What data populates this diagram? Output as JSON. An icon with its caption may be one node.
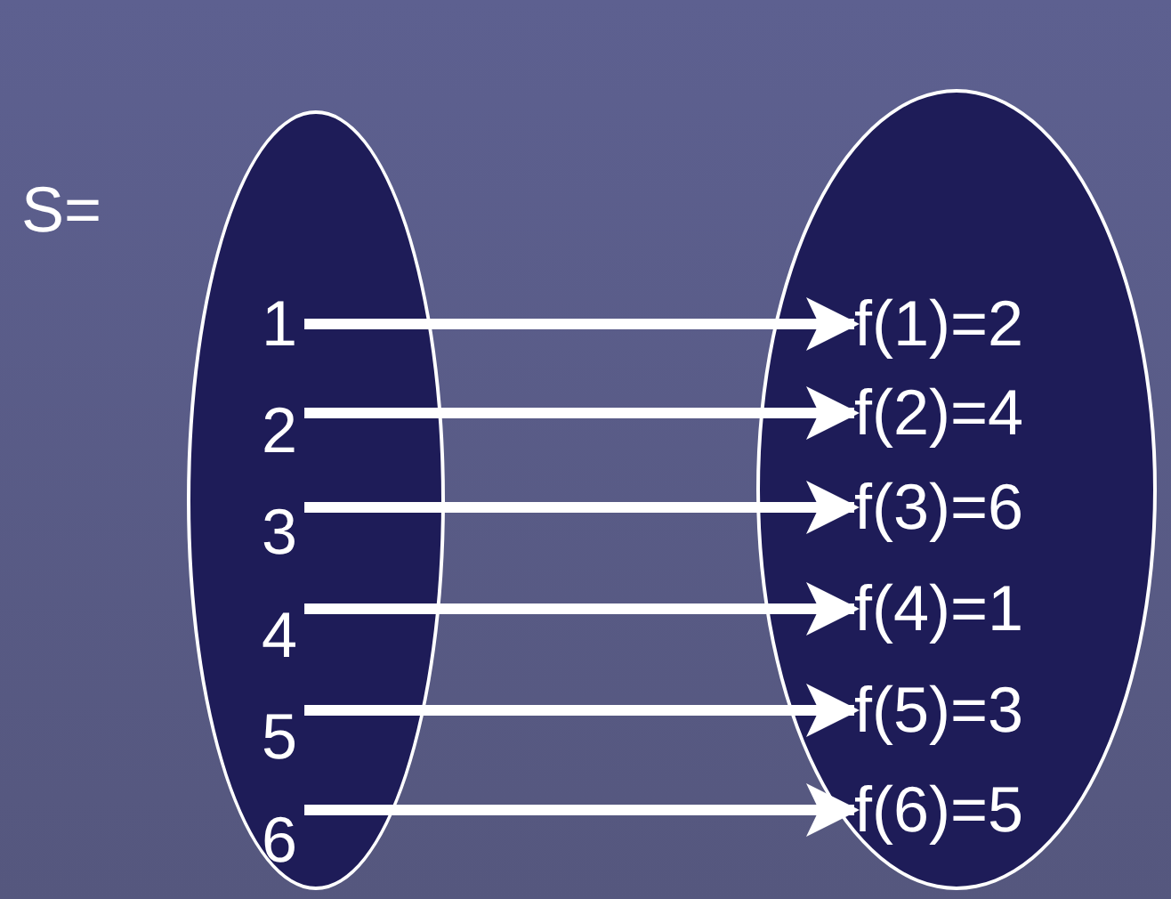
{
  "diagram": {
    "nodes": [
      {
        "text": [],
        "shape": "ellipse"
      },
      {
        "text": [
          "1"
        ],
        "in": 0
      },
      {
        "text": [
          "2"
        ],
        "in": 0
      },
      {
        "text": [
          "3"
        ],
        "in": 0
      },
      {
        "text": [
          "4"
        ],
        "in": 0
      },
      {
        "text": [
          "5"
        ],
        "in": 0
      },
      {
        "text": [
          "6"
        ],
        "in": 0
      },
      {
        "text": [],
        "shape": "ellipse"
      },
      {
        "text": [
          "f(1)=2"
        ],
        "in": 7
      },
      {
        "text": [
          "f(2)=4"
        ],
        "in": 7
      },
      {
        "text": [
          "f(3)=6"
        ],
        "in": 7
      },
      {
        "text": [
          "f(4)=1"
        ],
        "in": 7
      },
      {
        "text": [
          "f(5)=3"
        ],
        "in": 7
      },
      {
        "text": [
          "f(6)=5"
        ],
        "in": 7
      }
    ],
    "edges": [
      {
        "from": 1,
        "to": 8,
        "arrow": "to"
      },
      {
        "from": 2,
        "to": 9,
        "arrow": "to"
      },
      {
        "from": 3,
        "to": 10,
        "arrow": "to"
      },
      {
        "from": 4,
        "to": 11,
        "arrow": "to"
      },
      {
        "from": 5,
        "to": 12,
        "arrow": "to"
      },
      {
        "from": 6,
        "to": 13,
        "arrow": "to"
      }
    ],
    "labels": [
      "S="
    ]
  }
}
